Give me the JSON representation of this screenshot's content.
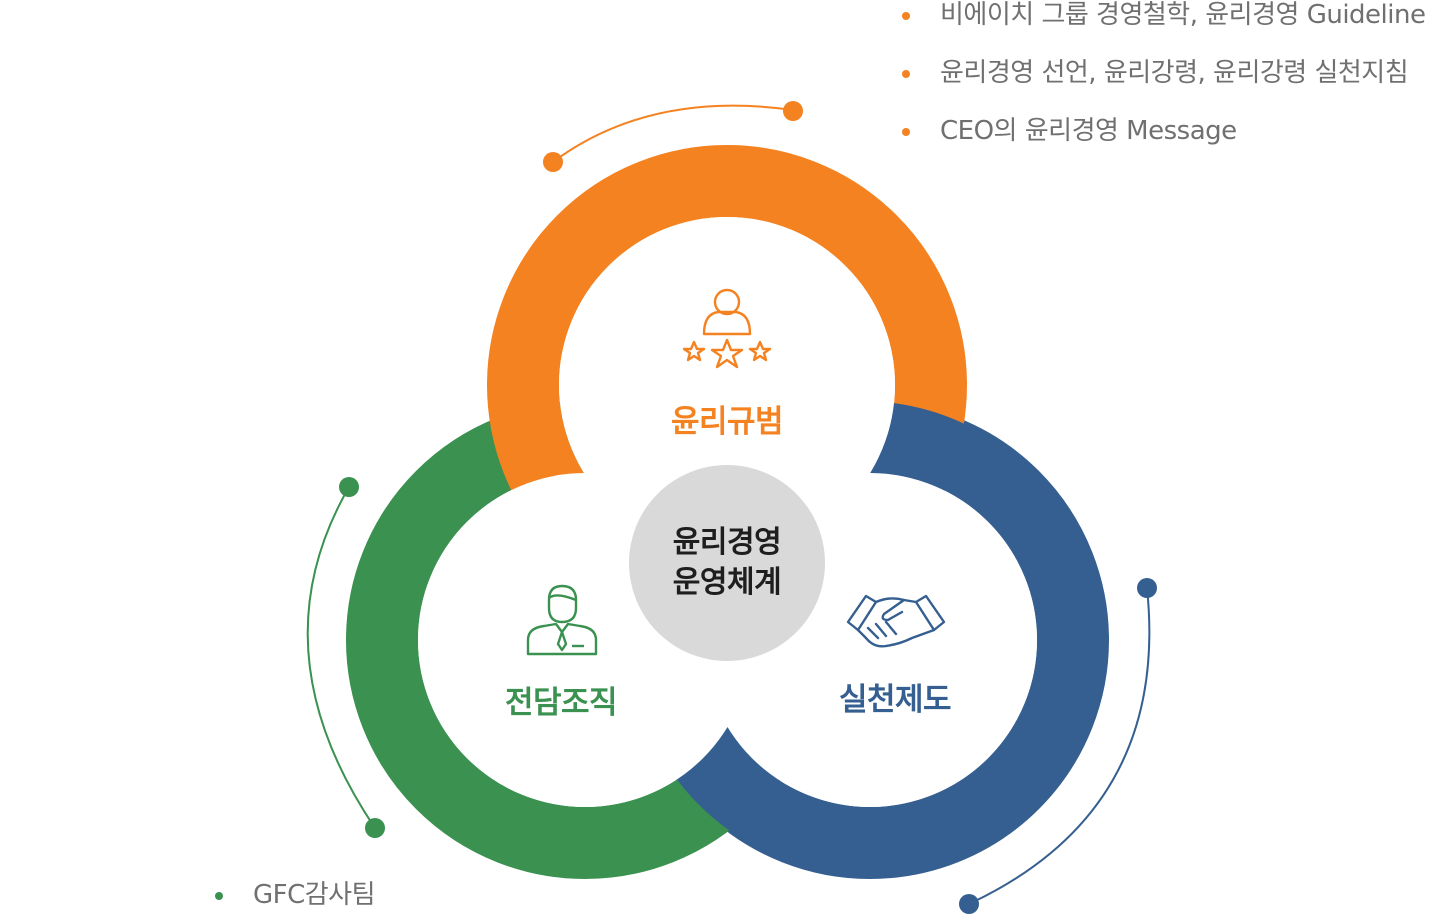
{
  "colors": {
    "orange": "#f58220",
    "blue": "#355f90",
    "green": "#3a9150",
    "center_bg": "#d9d9d9",
    "list_text": "#707070"
  },
  "center": {
    "line1": "윤리경영",
    "line2": "운영체계"
  },
  "rings": {
    "top": {
      "label": "윤리규범",
      "icon": "person-with-stars-icon"
    },
    "right": {
      "label": "실천제도",
      "icon": "handshake-icon"
    },
    "left": {
      "label": "전담조직",
      "icon": "businessman-icon"
    }
  },
  "lists": {
    "orange": [
      "비에이치 그룹 경영철학, 윤리경영 Guideline",
      "윤리경영 선언, 윤리강령, 윤리강령 실천지침",
      "CEO의 윤리경영 Message"
    ],
    "green": [
      "GFC감사팀"
    ]
  }
}
